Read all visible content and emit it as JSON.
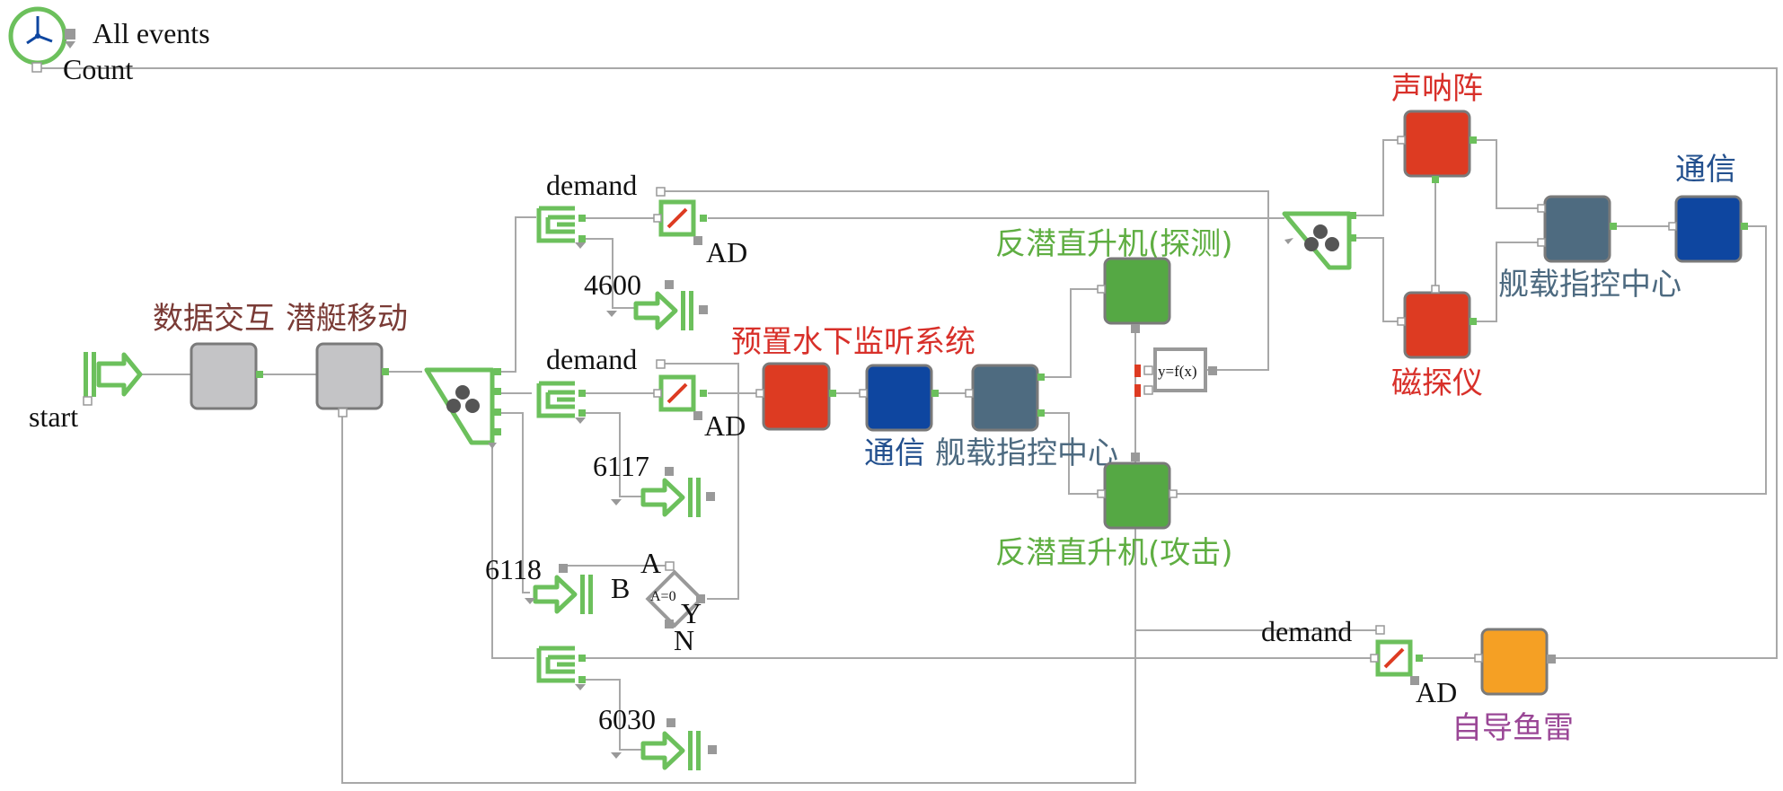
{
  "colors": {
    "green": "#6cc05c",
    "green_block": "#55a844",
    "red": "#dd3b22",
    "blue": "#0e46a0",
    "slate": "#4e6b80",
    "gray": "#c4c4c6",
    "orange": "#f5a024",
    "wire": "#a8a8a8",
    "black": "#111111",
    "label_brown": "#7a3b36",
    "label_red": "#d8302a",
    "label_green": "#5fae42",
    "label_blue": "#23508e",
    "label_slate": "#4d6a80",
    "label_purple": "#9a4796"
  },
  "labels": {
    "all_events": "All events",
    "count": "Count",
    "start": "start",
    "data_exchange": "数据交互",
    "sub_move": "潜艇移动",
    "demand_1": "demand",
    "ad_1": "AD",
    "num_4600": "4600",
    "demand_2": "demand",
    "ad_2": "AD",
    "num_6117": "6117",
    "num_6118": "6118",
    "gate_a": "A",
    "gate_b": "B",
    "gate_cond": "A=0",
    "gate_y": "Y",
    "gate_n": "N",
    "num_6030": "6030",
    "preset_system": "预置水下监听系统",
    "comm_1": "通信",
    "ship_center_1": "舰载指控中心",
    "heli_detect": "反潜直升机(探测)",
    "fx_block": "y=f(x)",
    "heli_attack": "反潜直升机(攻击)",
    "sonar_array": "声呐阵",
    "magnetometer": "磁探仪",
    "ship_center_2": "舰载指控中心",
    "comm_2": "通信",
    "demand_3": "demand",
    "ad_3": "AD",
    "torpedo": "自导鱼雷"
  },
  "icons": [
    "clock-icon",
    "generator-icon",
    "queue-icon",
    "activity-delay-icon",
    "sink-icon",
    "gate-icon",
    "function-icon",
    "selector-icon"
  ]
}
